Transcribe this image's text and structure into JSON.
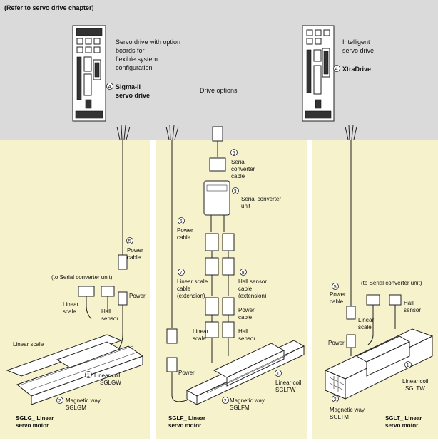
{
  "header": {
    "refer_note": "(Refer to servo drive chapter)",
    "drive_options": "Drive options"
  },
  "drives": [
    {
      "description": [
        "Servo drive with option",
        "boards for",
        "flexible system",
        "configuration"
      ],
      "number": "4",
      "name": [
        "Sigma-II",
        "servo drive"
      ]
    },
    {
      "description": [
        "Intelligent",
        "servo drive"
      ],
      "number": "4",
      "name": [
        "XtraDrive"
      ]
    }
  ],
  "left_panel": {
    "power_cable": {
      "number": "5",
      "label": [
        "Power",
        "cable"
      ]
    },
    "to_serial": "(to Serial  converter  unit)",
    "linear_scale": [
      "Linear",
      "scale"
    ],
    "hall_sensor": [
      "Hall",
      "sensor"
    ],
    "power": "Power",
    "linear_scale_track": "Linear scale",
    "linear_coil": {
      "number": "1",
      "label": [
        "Linear coil",
        "SGLGW"
      ]
    },
    "magnetic_way": {
      "number": "2",
      "label": [
        "Magnetic way",
        "SGLGM"
      ]
    },
    "motor_title": [
      "SGLG_ Linear",
      "servo motor"
    ]
  },
  "middle_panel": {
    "serial_converter_cable": {
      "number": "5",
      "label": [
        "Serial",
        "converter",
        "cable"
      ]
    },
    "serial_converter_unit": {
      "number": "3",
      "label": [
        "Serial converter",
        "unit"
      ]
    },
    "power_cable": {
      "number": "6",
      "label": [
        "Power",
        "cable"
      ]
    },
    "linear_scale_cable": {
      "number": "7",
      "label": [
        "Linear scale",
        "cable",
        "(extension)"
      ]
    },
    "hall_sensor_cable": {
      "number": "8",
      "label": [
        "Hall sensor",
        "cable",
        "(extension)"
      ]
    },
    "power_cable_2": [
      "Power",
      "cable"
    ],
    "linear_scale": [
      "Linear",
      "scale"
    ],
    "hall_sensor": [
      "Hall",
      "sensor"
    ],
    "power": "Power",
    "linear_coil": {
      "number": "1",
      "label": [
        "Linear coil",
        "SGLFW"
      ]
    },
    "magnetic_way": {
      "number": "2",
      "label": [
        "Magnetic way",
        "SGLFM"
      ]
    },
    "motor_title": [
      "SGLF_ Linear",
      "servo motor"
    ]
  },
  "right_panel": {
    "power_cable": {
      "number": "5",
      "label": [
        "Power",
        "cable"
      ]
    },
    "to_serial": "(to Serial  converter  unit)",
    "linear_scale": [
      "Linear",
      "scale"
    ],
    "hall_sensor": [
      "Hall",
      "sensor"
    ],
    "power": "Power",
    "linear_coil": {
      "number": "1",
      "label": [
        "Linear coil",
        "SGLTW"
      ]
    },
    "magnetic_way": {
      "number": "2",
      "label": [
        "Magnetic way",
        "SGLTM"
      ]
    },
    "motor_title": [
      "SGLT_ Linear",
      "servo motor"
    ]
  },
  "colors": {
    "top_band": "#dadada",
    "panel": "#f6f2cc",
    "panel_border": "#c9c4a0"
  }
}
